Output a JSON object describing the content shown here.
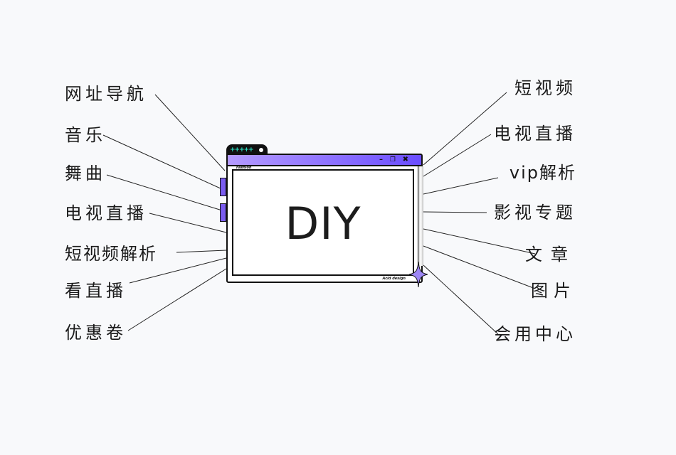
{
  "window": {
    "tab_text": "+++++",
    "title_left": "Fashion",
    "controls": [
      "–",
      "❐",
      "✖"
    ],
    "center_text": "DIY",
    "footer_text": "Acid design"
  },
  "labels_left": [
    "网址导航",
    "音乐",
    "舞曲",
    "电视直播",
    "短视频解析",
    "看直播",
    "优惠卷"
  ],
  "labels_right": [
    "短视频",
    "电视直播",
    "vip解析",
    "影视专题",
    "文章",
    "图片",
    "会用中心"
  ]
}
